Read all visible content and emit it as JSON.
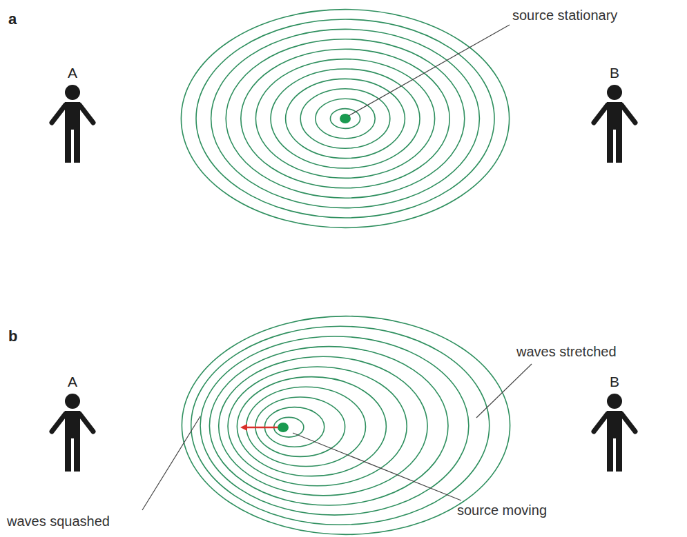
{
  "diagram": {
    "labels": [
      "a",
      "A",
      "B",
      "source stationary",
      "b",
      "A",
      "B",
      "waves stretched",
      "waves squashed",
      "source moving"
    ]
  }
}
